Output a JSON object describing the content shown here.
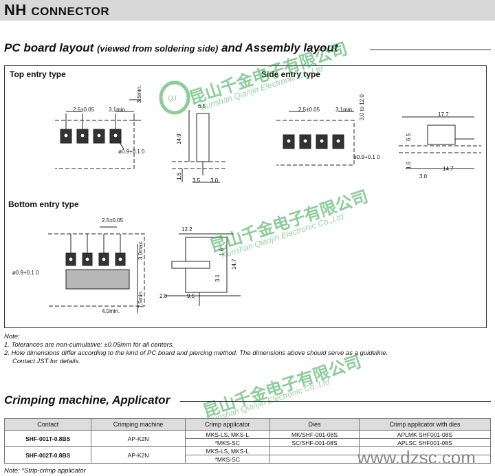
{
  "header": {
    "title_nh": "NH",
    "title_rest": "CONNECTOR"
  },
  "section1": {
    "title_a": "PC board layout ",
    "title_sub": "(viewed from soldering side)",
    "title_b": " and Assembly layout"
  },
  "panels": {
    "top_entry": "Top entry type",
    "side_entry": "Side entry type",
    "bottom_entry": "Bottom entry type"
  },
  "dims_top": {
    "pitch": "2.5±0.05",
    "edge": "3.1min.",
    "side": "3.5min.",
    "hole": "ø0.9+0.1 0",
    "asm_w": "6.5",
    "asm_h": "14.9",
    "asm_a": "1.6",
    "asm_b": "3.5",
    "asm_c": "3.0"
  },
  "dims_side": {
    "pitch": "2.5±0.05",
    "edge": "3.1min.",
    "range": "3.0 to 12.0",
    "hole": "ø0.9+0.1 0",
    "w": "17.7",
    "h": "6.5",
    "a": "1.6",
    "b": "14.7",
    "c": "3.0"
  },
  "dims_bottom": {
    "pitch": "2.5±0.05",
    "max": "3.0max.",
    "hole": "ø0.9+0.1 0",
    "min1": "7.5min.",
    "min2": "4.0min.",
    "w": "12.2",
    "h1": "1.6",
    "h2": "14.7",
    "h3": "3.1",
    "b1": "2.8",
    "b2": "9.5"
  },
  "notes": {
    "head": "Note:",
    "n1": "1. Tolerances are non-cumulative: ±0.05mm for all centers.",
    "n2": "2. Hole dimensions differ according to the kind of PC board and piercing method. The dimensions above should serve as a guideline.",
    "n2b": "Contact JST for details."
  },
  "section2": {
    "title": "Crimping machine, Applicator"
  },
  "table": {
    "headers": [
      "Contact",
      "Crimping machine",
      "Crimp applicator",
      "Dies",
      "Crimp applicator with dies"
    ],
    "rows": [
      {
        "contact": "SHF-001T-0.8BS",
        "machine": "AP-K2N",
        "app1": "MKS-LS, MKS-L",
        "app2": "*MKS-SC",
        "dies1": "MK/SHF-001-08S",
        "dies2": "SC/SHF-001-08S",
        "wd1": "APLMK SHF001-08S",
        "wd2": "APLSC SHF001-08S"
      },
      {
        "contact": "SHF-002T-0.8BS",
        "machine": "AP-K2N",
        "app1": "MKS-LS, MKS-L",
        "app2": "*MKS-SC",
        "dies1": "",
        "dies2": "",
        "wd1": "",
        "wd2": ""
      }
    ],
    "footnote": "Note: *Strip-crimp applicator"
  },
  "watermark": {
    "cn1": "昆山千金电子有限公司",
    "en1": "Kunshan Qianjin Electronic Co.,Ltd",
    "site": "www.dzsc.com",
    "logo": "QJ"
  }
}
